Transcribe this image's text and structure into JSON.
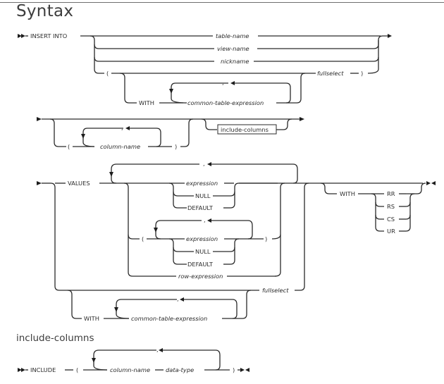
{
  "headings": {
    "syntax": "Syntax",
    "include_columns": "include-columns"
  },
  "diagram1": {
    "keyword": "INSERT INTO",
    "targets": [
      "table-name",
      "view-name",
      "nickname"
    ],
    "open_paren": "(",
    "close_paren": ")",
    "with": "WITH",
    "repeat_sep": ",",
    "cte": "common-table-expression",
    "fullselect": "fullselect"
  },
  "diagram2": {
    "open_paren": "(",
    "close_paren": ")",
    "repeat_sep": ",",
    "column_name": "column-name",
    "include_ref": "include-columns"
  },
  "diagram3": {
    "values": "VALUES",
    "repeat_sep": ",",
    "expression": "expression",
    "null": "NULL",
    "default": "DEFAULT",
    "open_paren": "(",
    "close_paren": ")",
    "row_expression": "row-expression",
    "fullselect": "fullselect",
    "with": "WITH",
    "cte": "common-table-expression",
    "isolation_with": "WITH",
    "isolation_levels": [
      "RR",
      "RS",
      "CS",
      "UR"
    ]
  },
  "diagram4": {
    "keyword": "INCLUDE",
    "open_paren": "(",
    "close_paren": ")",
    "repeat_sep": ",",
    "column_name": "column-name",
    "data_type": "data-type"
  }
}
